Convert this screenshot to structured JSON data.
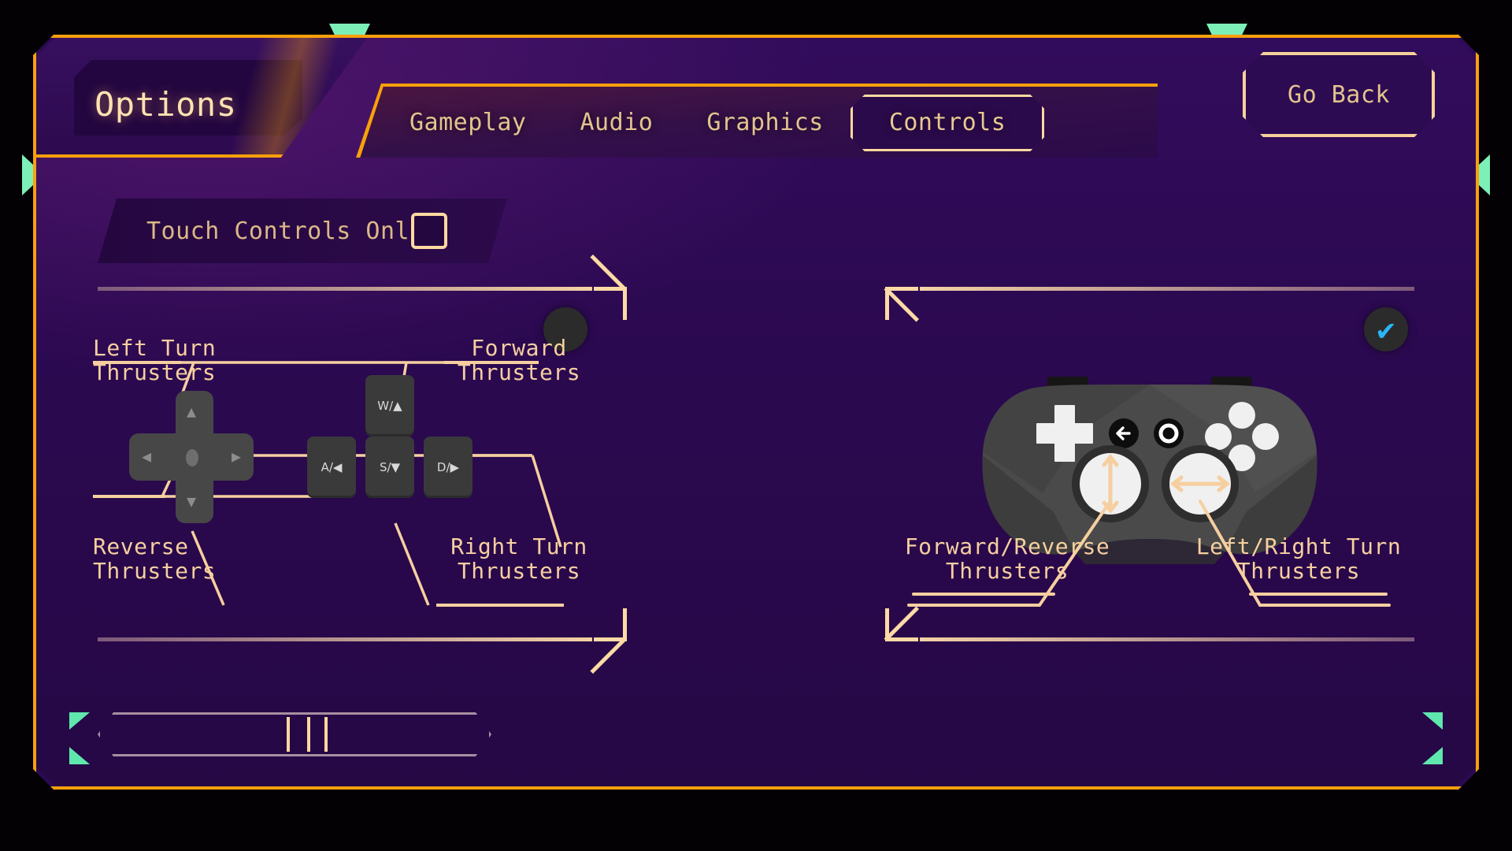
{
  "header": {
    "title": "Options",
    "go_back_label": "Go Back",
    "tabs": [
      {
        "label": "Gameplay",
        "active": false
      },
      {
        "label": "Audio",
        "active": false
      },
      {
        "label": "Graphics",
        "active": false
      },
      {
        "label": "Controls",
        "active": true
      }
    ]
  },
  "settings": {
    "touch_controls_only": {
      "label": "Touch Controls Only",
      "checked": false,
      "checkbox_icon": "empty-checkbox-icon"
    }
  },
  "scheme_panels": {
    "keyboard": {
      "selected": false,
      "selection_icon": "empty-circle-icon",
      "labels": {
        "top_left": "Left Turn\nThrusters",
        "top_right": "Forward\nThrusters",
        "bottom_left": "Reverse\nThrusters",
        "bottom_right": "Right Turn\nThrusters"
      },
      "keys": [
        {
          "name": "key-w",
          "cap": "W/▲"
        },
        {
          "name": "key-a",
          "cap": "A/◀"
        },
        {
          "name": "key-s",
          "cap": "S/▼"
        },
        {
          "name": "key-d",
          "cap": "D/▶"
        }
      ],
      "dpad_arrows": {
        "up": "▲",
        "down": "▼",
        "left": "◀",
        "right": "▶"
      }
    },
    "gamepad": {
      "selected": true,
      "selection_icon": "blue-checkmark-icon",
      "check_glyph": "✔",
      "labels": {
        "bottom_left": "Forward/Reverse\nThrusters",
        "bottom_right": "Left/Right Turn\nThrusters"
      },
      "buttons": {
        "dpad_icon": "dpad-cross-icon",
        "back_icon": "back-arrow-icon",
        "home_icon": "home-circle-icon",
        "face_buttons_icon": "four-face-buttons-icon",
        "left_stick_icon": "vertical-axis-stick-icon",
        "right_stick_icon": "horizontal-axis-stick-icon"
      }
    }
  },
  "bottom_bar": {
    "name": "progress-hex-bar",
    "tick_count": 3,
    "left_chevron_icon": "chevron-left-marker-icon",
    "right_chevron_icon": "chevron-right-marker-icon"
  },
  "decor": {
    "top_marker_icon": "triangle-down-marker-icon",
    "left_marker_icon": "triangle-right-marker-icon",
    "right_marker_icon": "triangle-left-marker-icon"
  },
  "colors": {
    "accent_orange": "#f9a00b",
    "text_tan": "#e3c48e",
    "label_peach": "#f6cfa0",
    "panel_purple": "#2c0a53",
    "green_marker": "#7df0b8",
    "check_blue": "#29b6f6"
  }
}
